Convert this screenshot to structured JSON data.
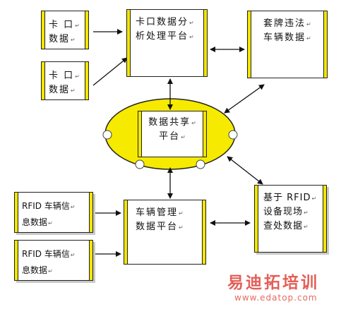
{
  "diagram": {
    "nodes": {
      "checkpoint_data_1": [
        "卡 口",
        "数据"
      ],
      "checkpoint_data_2": [
        "卡 口",
        "数据"
      ],
      "checkpoint_platform": [
        "卡口数据分",
        "析处理平台"
      ],
      "fake_plate_data": [
        "套牌违法",
        "车辆数据"
      ],
      "data_sharing_platform": [
        "数据共享",
        "平台"
      ],
      "rfid_info_1": [
        "RFID 车辆信",
        "息数据"
      ],
      "rfid_info_2": [
        "RFID 车辆信",
        "息数据"
      ],
      "vehicle_mgmt_platform": [
        "车辆管理",
        "数据平台"
      ],
      "rfid_field_data": [
        "基于  RFID",
        "设备现场",
        "查处数据"
      ]
    },
    "edges": [
      {
        "from": "checkpoint_data_1",
        "to": "checkpoint_platform",
        "dir": "forward"
      },
      {
        "from": "checkpoint_data_2",
        "to": "checkpoint_platform",
        "dir": "forward"
      },
      {
        "from": "checkpoint_platform",
        "to": "fake_plate_data",
        "dir": "both"
      },
      {
        "from": "checkpoint_platform",
        "to": "data_sharing_platform",
        "dir": "both"
      },
      {
        "from": "fake_plate_data",
        "to": "data_sharing_platform",
        "dir": "both"
      },
      {
        "from": "data_sharing_platform",
        "to": "vehicle_mgmt_platform",
        "dir": "both"
      },
      {
        "from": "data_sharing_platform",
        "to": "rfid_field_data",
        "dir": "both"
      },
      {
        "from": "rfid_info_1",
        "to": "vehicle_mgmt_platform",
        "dir": "forward"
      },
      {
        "from": "rfid_info_2",
        "to": "vehicle_mgmt_platform",
        "dir": "forward"
      },
      {
        "from": "vehicle_mgmt_platform",
        "to": "rfid_field_data",
        "dir": "both"
      }
    ]
  },
  "colors": {
    "accent_yellow": "#f2e600",
    "ellipse_fill": "#f5ea00",
    "watermark_red": "#e0443a"
  },
  "watermark": {
    "text": "易迪拓培训",
    "url": "www.edatop.com"
  }
}
